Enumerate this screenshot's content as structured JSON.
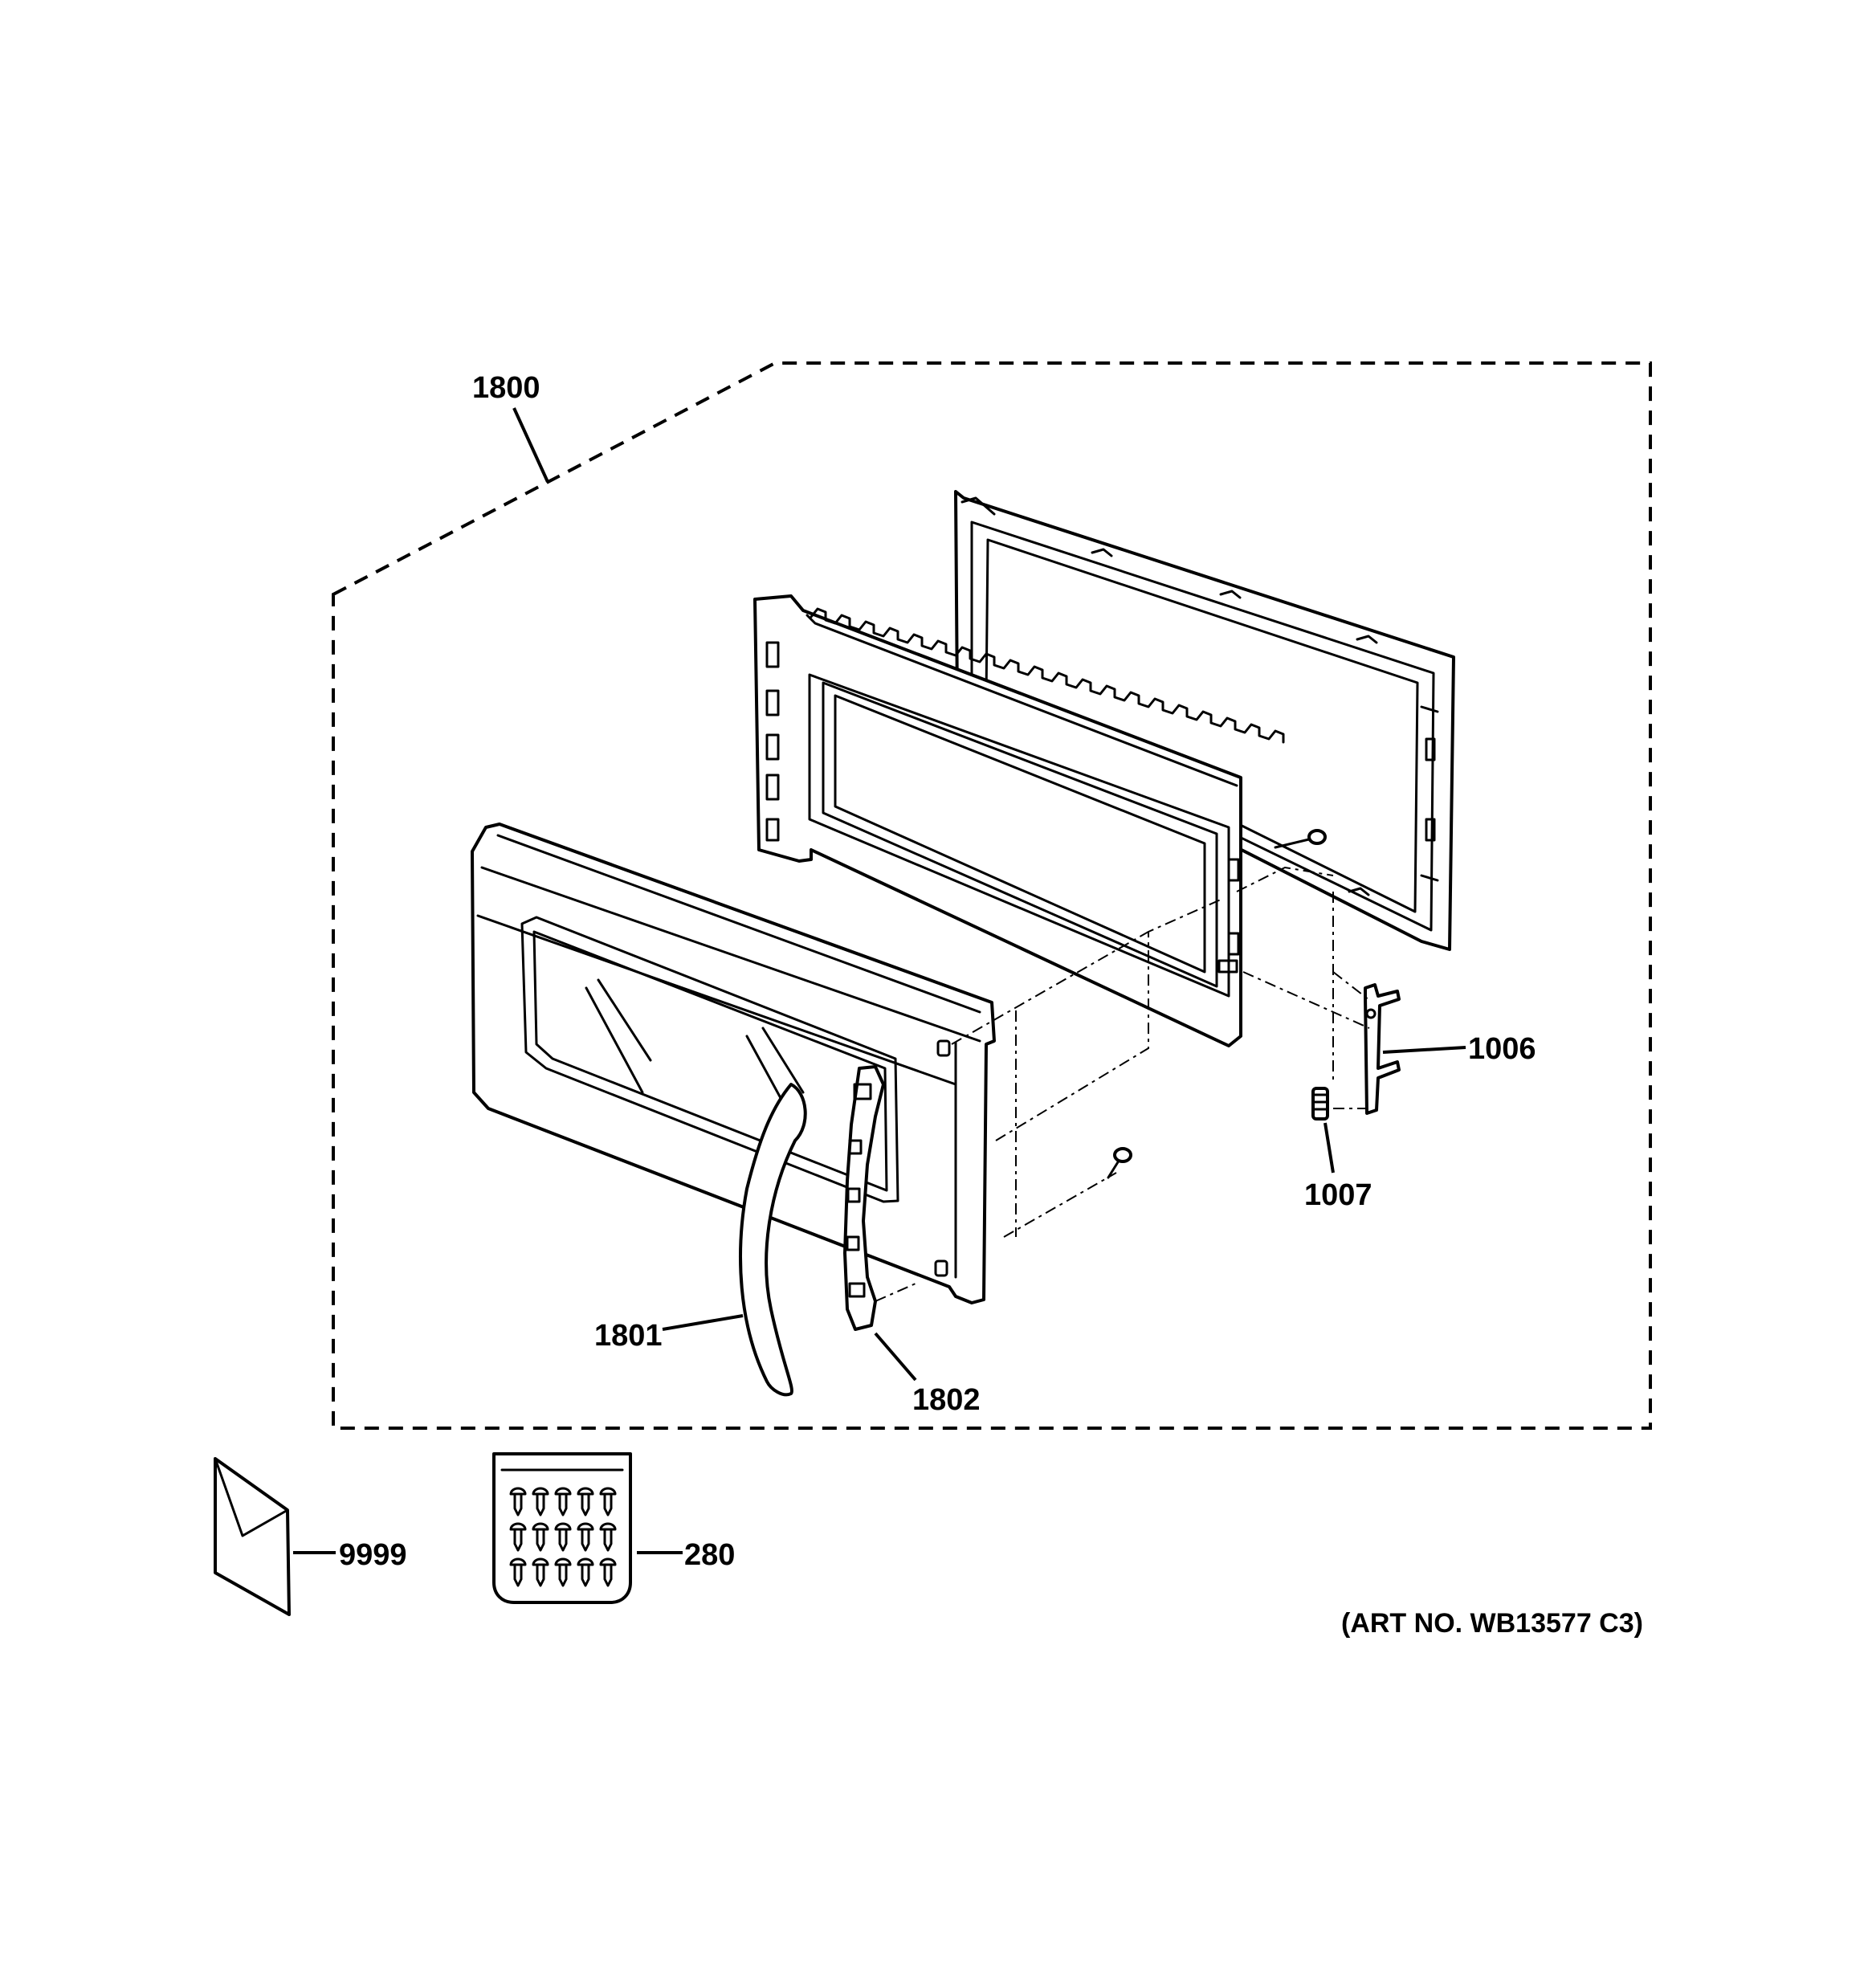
{
  "labels": {
    "assembly": "1800",
    "handle": "1801",
    "handle_bracket": "1802",
    "latch_hook": "1006",
    "latch_spring": "1007",
    "literature": "9999",
    "screw_kit": "280"
  },
  "art_number": "(ART NO. WB13577 C3)",
  "colors": {
    "ink": "#000000",
    "paper": "#ffffff"
  }
}
